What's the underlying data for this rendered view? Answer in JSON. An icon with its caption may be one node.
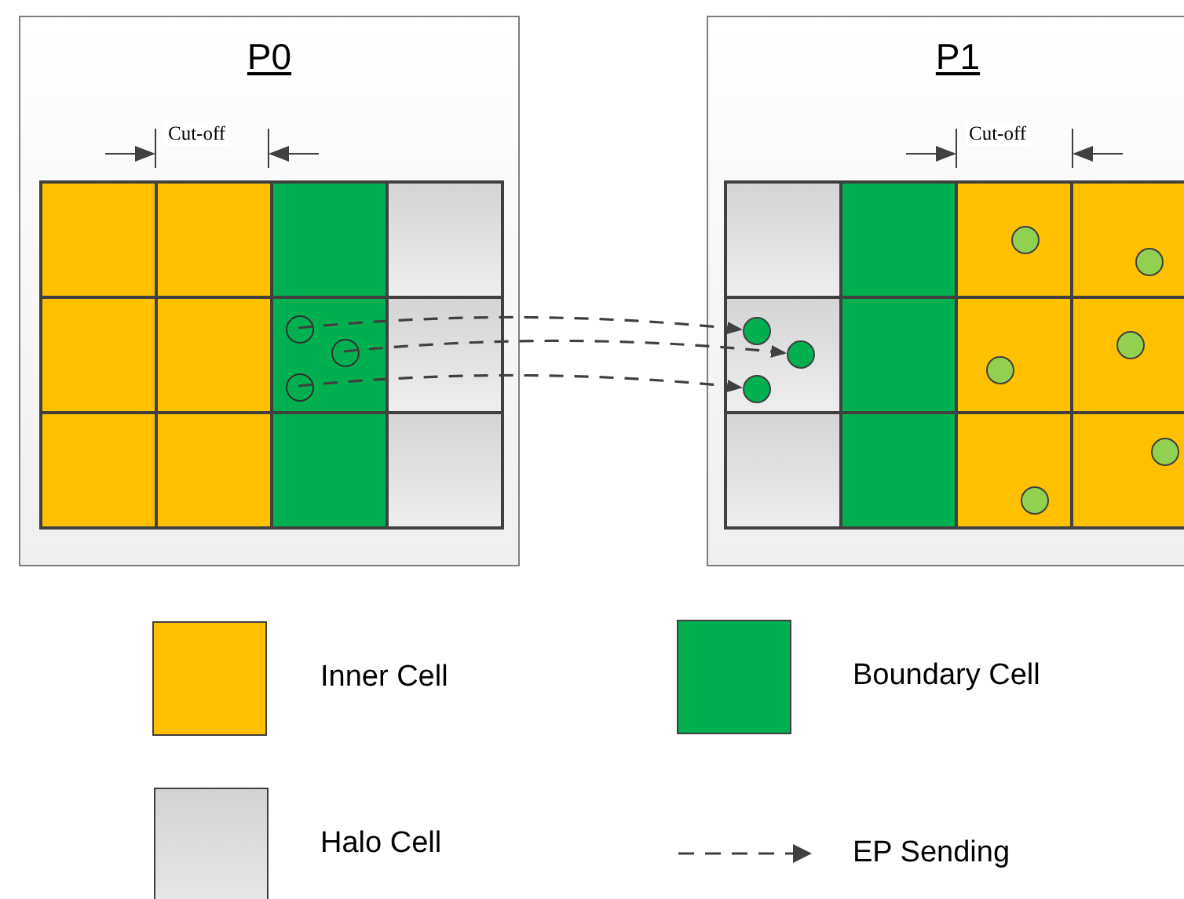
{
  "diagram": {
    "nodes": [
      {
        "text": [
          "P0"
        ]
      },
      {
        "text": [],
        "shape": "circle",
        "in": 0
      },
      {
        "text": [],
        "shape": "circle",
        "in": 0
      },
      {
        "text": [],
        "shape": "circle",
        "in": 0
      },
      {
        "text": [
          "P1"
        ]
      },
      {
        "text": [],
        "shape": "circle",
        "in": 4
      },
      {
        "text": [],
        "shape": "circle",
        "in": 4
      },
      {
        "text": [],
        "shape": "circle",
        "in": 4
      }
    ],
    "edges": [
      {
        "from": 1,
        "to": 5,
        "arrow": "to",
        "style": "dashed"
      },
      {
        "from": 2,
        "to": 6,
        "arrow": "to",
        "style": "dashed"
      },
      {
        "from": 3,
        "to": 7,
        "arrow": "to",
        "style": "dashed"
      }
    ],
    "labels": [
      "Cut-off",
      "Cut-off"
    ],
    "legend": [
      {
        "text": "Inner Cell",
        "color": "#ffc000"
      },
      {
        "text": "Boundary Cell",
        "color": "#00b050"
      },
      {
        "text": "Halo Cell",
        "color": "#e6e6e6"
      },
      {
        "text": "EP Sending"
      }
    ]
  }
}
